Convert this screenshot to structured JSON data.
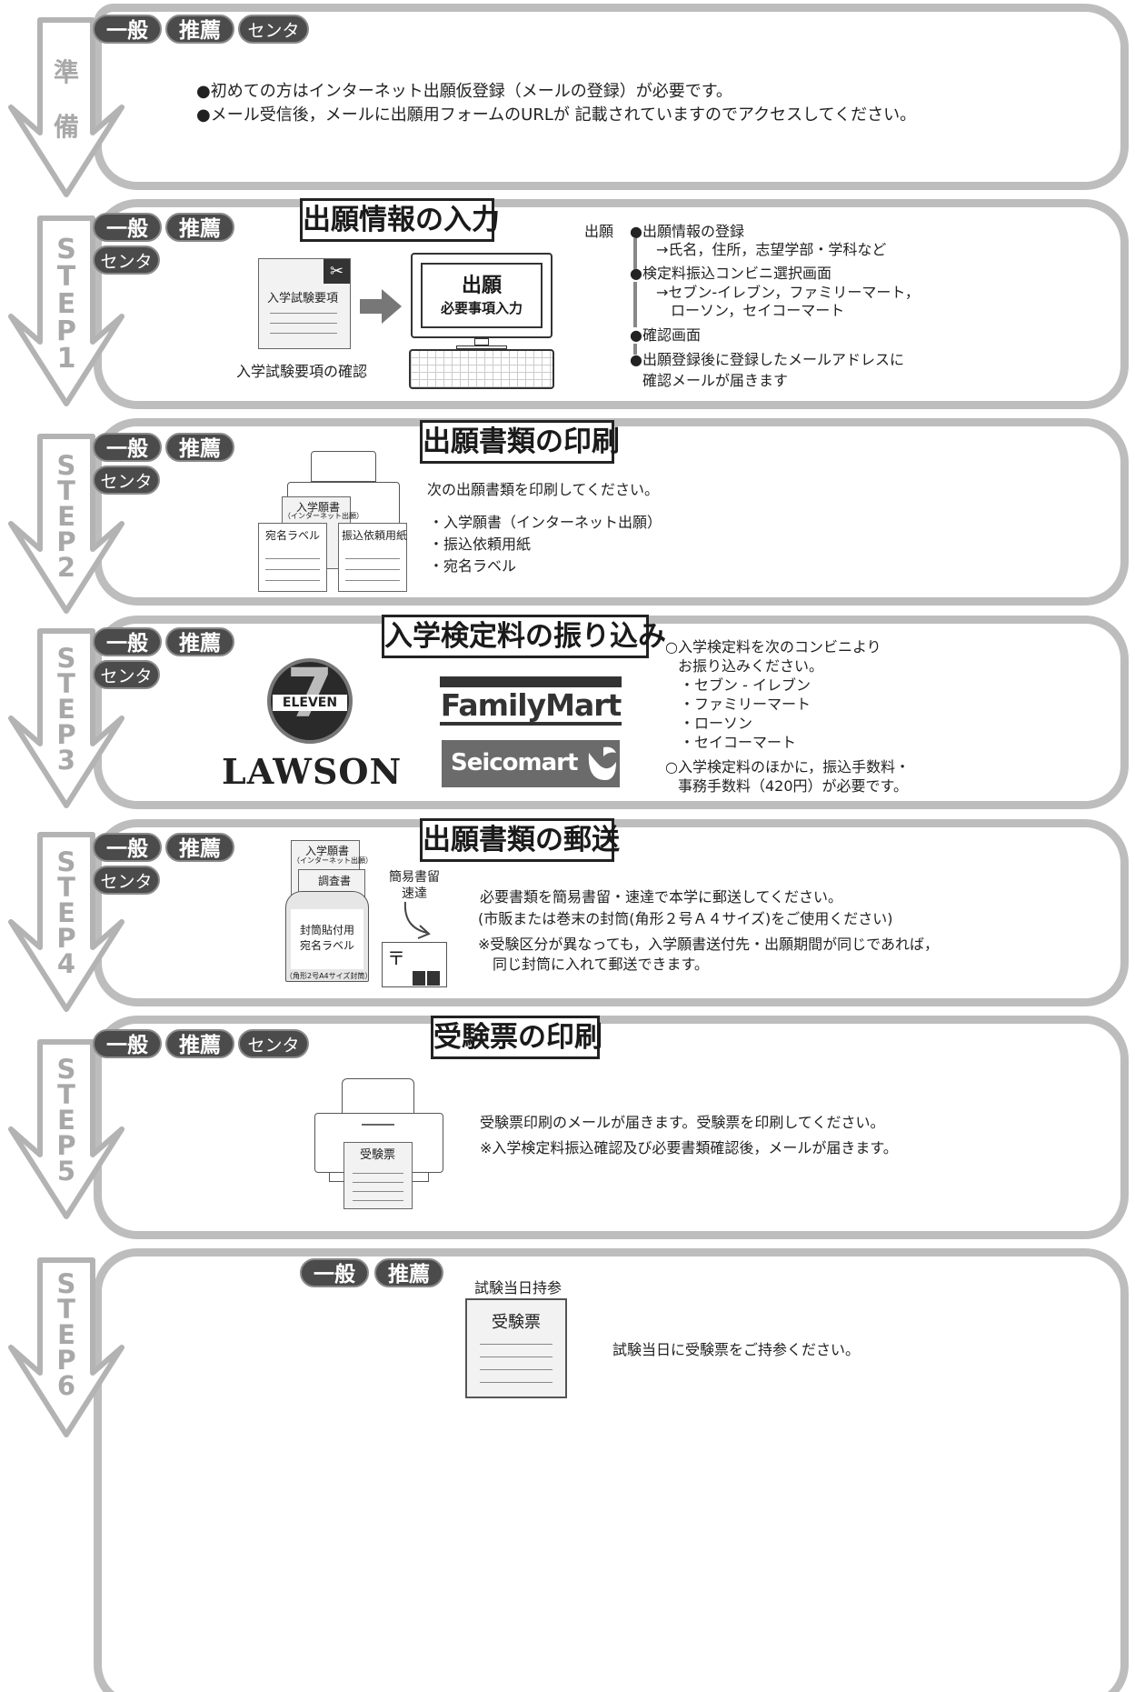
{
  "categories": {
    "general": "一般",
    "recommended": "推薦",
    "center": "センター"
  },
  "prep": {
    "step_label": [
      "準",
      "備"
    ],
    "bullets": [
      "●初めての方はインターネット出願仮登録（メールの登録）が必要です。",
      "●メール受信後，メールに出願用フォームのURLが 記載されていますのでアクセスしてください。"
    ]
  },
  "step1": {
    "step_label": [
      "S",
      "T",
      "E",
      "P",
      "1"
    ],
    "title": "出願情報の入力",
    "pdf_doc_label": "入学試験要項",
    "caption": "入学試験要項の確認",
    "monitor_title": "出願",
    "monitor_sub": "必要事項入力",
    "flow_head": "出願",
    "flow": [
      "●出願情報の登録",
      "→氏名，住所，志望学部・学科など",
      "●検定料振込コンビニ選択画面",
      "→セブン-イレブン，ファミリーマート，",
      "ローソン，セイコーマート",
      "●確認画面",
      "●出願登録後に登録したメールアドレスに",
      "確認メールが届きます"
    ]
  },
  "step2": {
    "step_label": [
      "S",
      "T",
      "E",
      "P",
      "2"
    ],
    "title": "出願書類の印刷",
    "doc_application": "入学願書",
    "doc_application_sub": "（インターネット出願）",
    "doc_address": "宛名ラベル",
    "doc_transfer": "振込依頼用紙",
    "intro": "次の出願書類を印刷してください。",
    "items": [
      "・入学願書（インターネット出願）",
      "・振込依頼用紙",
      "・宛名ラベル"
    ]
  },
  "step3": {
    "step_label": [
      "S",
      "T",
      "E",
      "P",
      "3"
    ],
    "title": "入学検定料の振り込み",
    "logo_seven": "ELEVEN",
    "logo_seven_num": "7",
    "logo_family": "FamilyMart",
    "logo_lawson": "LAWSON",
    "logo_seico": "Seicomart",
    "lines": [
      "○入学検定料を次のコンビニより",
      "お振り込みください。",
      "・セブン - イレブン",
      "・ファミリーマート",
      "・ローソン",
      "・セイコーマート",
      "○入学検定料のほかに，振込手数料・",
      "事務手数料（420円）が必要です。"
    ]
  },
  "step4": {
    "step_label": [
      "S",
      "T",
      "E",
      "P",
      "4"
    ],
    "title": "出願書類の郵送",
    "doc_application": "入学願書",
    "doc_application_sub": "（インターネット出願）",
    "doc_survey": "調査書",
    "envelope_line1": "封筒貼付用",
    "envelope_line2": "宛名ラベル",
    "envelope_note": "（角形2号A4サイズ封筒）",
    "mail_type1": "簡易書留",
    "mail_type2": "速達",
    "postal_mark": "〒",
    "lines": [
      "必要書類を簡易書留・速達で本学に郵送してください。",
      "(市販または巻末の封筒(角形２号Ａ４サイズ)をご使用ください)",
      "※受験区分が異なっても，入学願書送付先・出願期間が同じであれば，",
      "同じ封筒に入れて郵送できます。"
    ]
  },
  "step5": {
    "step_label": [
      "S",
      "T",
      "E",
      "P",
      "5"
    ],
    "title": "受験票の印刷",
    "ticket_label": "受験票",
    "lines": [
      "受験票印刷のメールが届きます。受験票を印刷してください。",
      "※入学検定料振込確認及び必要書類確認後，メールが届きます。"
    ]
  },
  "step6": {
    "step_label": [
      "S",
      "T",
      "E",
      "P",
      "6"
    ],
    "bring_label": "試験当日持参",
    "ticket_label": "受験票",
    "text": "試験当日に受験票をご持参ください。"
  }
}
